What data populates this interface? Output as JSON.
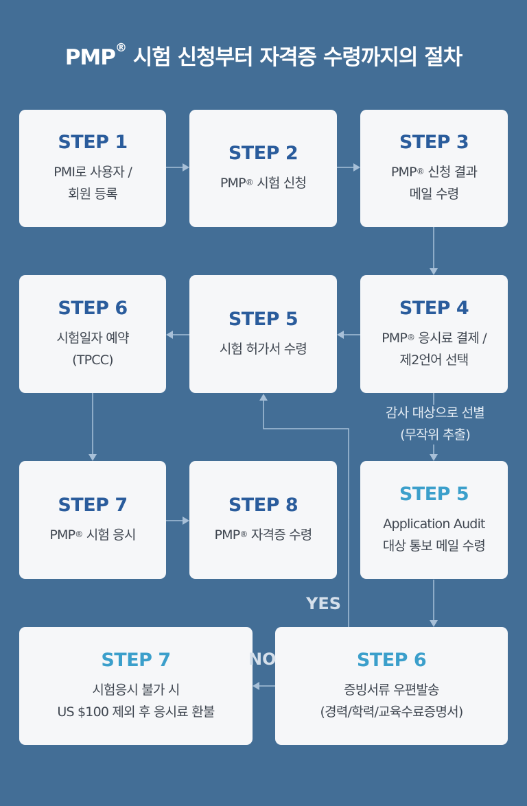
{
  "title": {
    "main": "PMP",
    "sup": "®",
    "rest": " 시험 신청부터 자격증 수령까지의 절차"
  },
  "colors": {
    "background": "#436e96",
    "box": "#f6f7f9",
    "step_label": "#2a5c9c",
    "audit_step_label": "#3b9fcb",
    "arrow": "#a8c0d8"
  },
  "steps": {
    "s1": {
      "label": "STEP 1",
      "line1": "PMI로 사용자 /",
      "line2": "회원 등록"
    },
    "s2": {
      "label": "STEP 2",
      "pre": "PMP",
      "sup": "®",
      "post": " 시험 신청"
    },
    "s3": {
      "label": "STEP 3",
      "pre": "PMP",
      "sup": "®",
      "post": " 신청 결과",
      "line2": "메일 수령"
    },
    "s4": {
      "label": "STEP 4",
      "pre": "PMP",
      "sup": "®",
      "post": " 응시료 결제 /",
      "line2": "제2언어 선택"
    },
    "s5": {
      "label": "STEP 5",
      "line1": "시험 허가서 수령"
    },
    "s6": {
      "label": "STEP 6",
      "line1": "시험일자 예약",
      "line2": "(TPCC)"
    },
    "s7": {
      "label": "STEP 7",
      "pre": "PMP",
      "sup": "®",
      "post": " 시험 응시"
    },
    "s8": {
      "label": "STEP 8",
      "pre": "PMP",
      "sup": "®",
      "post": " 자격증 수령"
    },
    "a5": {
      "label": "STEP 5",
      "line1": "Application Audit",
      "line2": "대상 통보 메일 수령"
    },
    "a6": {
      "label": "STEP 6",
      "line1": "증빙서류 우편발송",
      "line2": "(경력/학력/교육수료증명서)"
    },
    "a7": {
      "label": "STEP 7",
      "line1": "시험응시 불가 시",
      "line2": "US $100 제외 후 응시료 환불"
    }
  },
  "labels": {
    "audit_line1": "감사 대상으로 선별",
    "audit_line2": "(무작위 추출)",
    "yes": "YES",
    "no": "NO"
  }
}
